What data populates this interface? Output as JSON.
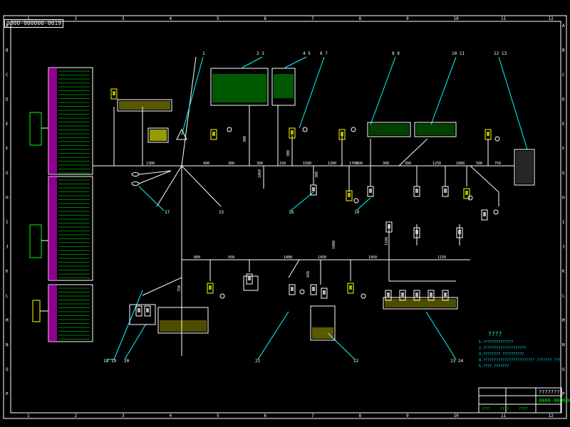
{
  "page": {
    "tag": "0000-000000-0619",
    "background": "#000000",
    "colors": {
      "frame": "#ffffff",
      "wire": "#ffffff",
      "leader": "#00ffff",
      "connector": "#ffffff",
      "label_green": "#00ff00",
      "label_magenta": "#ff00ff",
      "label_yellow": "#ffff00",
      "label_cyan": "#00ffff",
      "label_red": "#ff3030"
    }
  },
  "frame": {
    "col_numbers": [
      "1",
      "2",
      "3",
      "4",
      "5",
      "6",
      "7",
      "8",
      "9",
      "10",
      "11",
      "12"
    ],
    "row_letters": [
      "A",
      "B",
      "C",
      "D",
      "E",
      "F",
      "G",
      "H",
      "I",
      "J",
      "K",
      "L",
      "M",
      "N",
      "O",
      "P"
    ]
  },
  "callouts": [
    {
      "id": "c1",
      "text": "1"
    },
    {
      "id": "c2",
      "text": "2 3"
    },
    {
      "id": "c4",
      "text": "4 5"
    },
    {
      "id": "c6",
      "text": "6 7"
    },
    {
      "id": "c8",
      "text": "8 9"
    },
    {
      "id": "c10",
      "text": "10 11"
    },
    {
      "id": "c12",
      "text": "12 13"
    },
    {
      "id": "c17",
      "text": "17"
    },
    {
      "id": "c15",
      "text": "15"
    },
    {
      "id": "c16",
      "text": "16"
    },
    {
      "id": "c14",
      "text": "14"
    },
    {
      "id": "c18",
      "text": "18 19"
    },
    {
      "id": "c20",
      "text": "20"
    },
    {
      "id": "c21",
      "text": "21"
    },
    {
      "id": "c22",
      "text": "22"
    },
    {
      "id": "c23",
      "text": "23 24"
    }
  ],
  "dimensions": {
    "main_bus": [
      "1300",
      "400",
      "300",
      "300",
      "330",
      "1500",
      "1300",
      "1700",
      "500",
      "300",
      "300",
      "1250",
      "1080",
      "500",
      "750",
      "1060",
      "300"
    ],
    "lower_bus": [
      "800",
      "450",
      "1400",
      "1450",
      "1450",
      "1150"
    ],
    "drops": [
      "750",
      "300",
      "300",
      "1000",
      "1100",
      "420"
    ]
  },
  "notes": {
    "title": "????",
    "lines": [
      "1.??????????????",
      "2.????????????????????",
      "3.???????? ??????????",
      "4.????????????????????????  ???????  ???",
      "5.????  ???????"
    ]
  },
  "title_block": {
    "drawing_name": "????????",
    "drawing_no": "0000-000000",
    "fields": [
      "????",
      "????",
      "????"
    ]
  }
}
